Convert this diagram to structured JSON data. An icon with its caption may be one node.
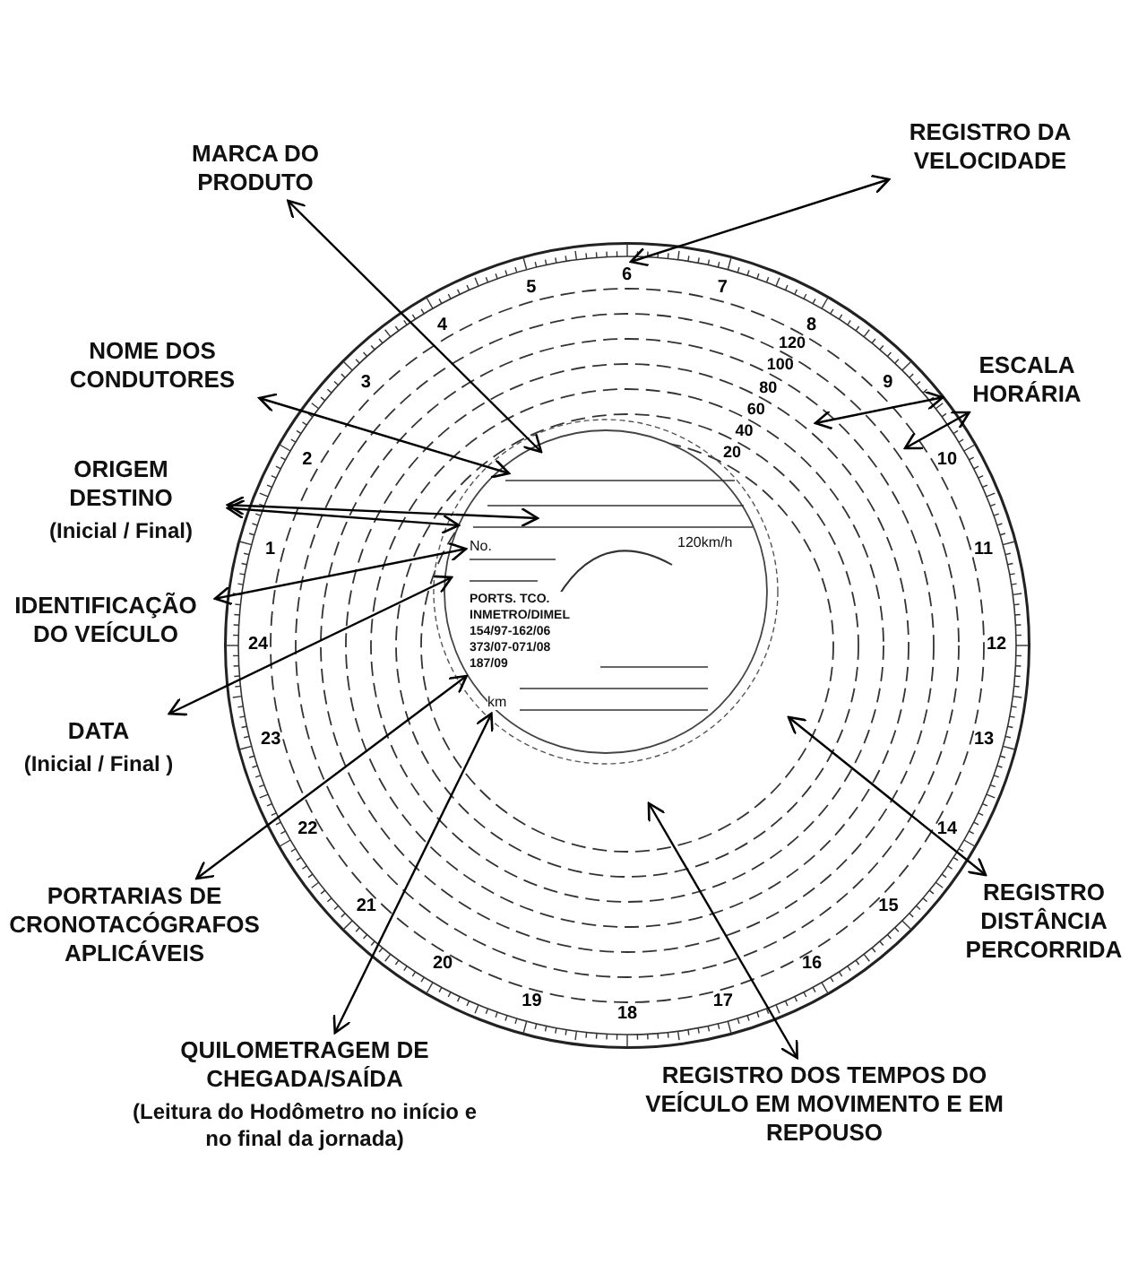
{
  "diagram": {
    "nodes": [
      {
        "text": [
          "MARCA DO PRODUTO"
        ]
      },
      {
        "text": [
          "REGISTRO DA VELOCIDADE"
        ]
      },
      {
        "text": [
          "NOME DOS CONDUTORES"
        ]
      },
      {
        "text": [
          "ORIGEM DESTINO",
          "(Inicial / Final)"
        ]
      },
      {
        "text": [
          "IDENTIFICAÇÃO DO VEÍCULO"
        ]
      },
      {
        "text": [
          "DATA",
          "(Inicial / Final )"
        ]
      },
      {
        "text": [
          "PORTARIAS DE CRONOTACÓGRAFOS APLICÁVEIS"
        ]
      },
      {
        "text": [
          "QUILOMETRAGEM DE CHEGADA/SAÍDA",
          "(Leitura do Hodômetro no início e no final da jornada)"
        ]
      },
      {
        "text": [
          "REGISTRO DOS TEMPOS DO VEÍCULO EM MOVIMENTO E EM REPOUSO"
        ]
      },
      {
        "text": [
          "REGISTRO DISTÂNCIA PERCORRIDA"
        ]
      },
      {
        "text": [
          "ESCALA HORÁRIA"
        ]
      },
      {
        "text": [],
        "shape": "picture"
      },
      {
        "text": [
          "No."
        ],
        "in": 11
      },
      {
        "text": [
          "PORTS. TCO. INMETRO/DIMEL 154/97-162/06 373/07-071/08 187/09"
        ],
        "in": 11
      },
      {
        "text": [
          "km"
        ],
        "in": 11
      }
    ],
    "edges": [
      {
        "from": 0,
        "to": 11,
        "arrow": "both"
      },
      {
        "from": 1,
        "to": 11,
        "arrow": "both"
      },
      {
        "from": 2,
        "to": 11,
        "arrow": "both"
      },
      {
        "from": 3,
        "to": 11,
        "arrow": "both"
      },
      {
        "from": 3,
        "to": 11,
        "arrow": "both"
      },
      {
        "from": 4,
        "to": 12,
        "arrow": "both"
      },
      {
        "from": 5,
        "to": 11,
        "arrow": "both"
      },
      {
        "from": 6,
        "to": 13,
        "arrow": "both"
      },
      {
        "from": 7,
        "to": 14,
        "arrow": "both"
      },
      {
        "from": 8,
        "to": 11,
        "arrow": "both"
      },
      {
        "from": 9,
        "to": 11,
        "arrow": "both"
      },
      {
        "from": 10,
        "to": 11,
        "arrow": "both"
      },
      {
        "from": 10,
        "to": 11,
        "arrow": "both"
      }
    ],
    "labels": [
      "1",
      "2",
      "3",
      "4",
      "5",
      "6",
      "7",
      "8",
      "9",
      "10",
      "11",
      "12",
      "13",
      "14",
      "15",
      "16",
      "17",
      "18",
      "19",
      "20",
      "21",
      "22",
      "23",
      "24",
      "20",
      "40",
      "60",
      "80",
      "100",
      "120",
      "120km/h"
    ]
  }
}
